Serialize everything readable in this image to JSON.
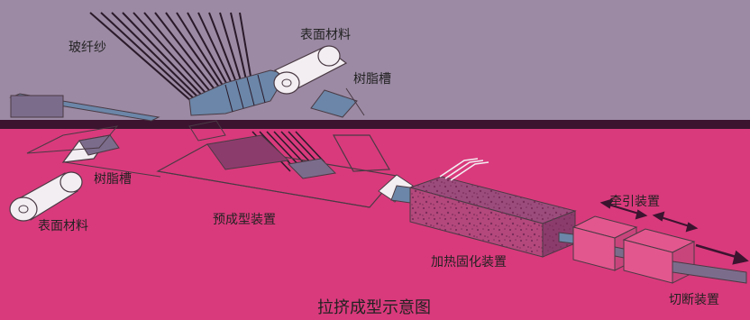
{
  "colors": {
    "top_band": "#9c8aa4",
    "bottom_band": "#d93a7c",
    "dark_stripe": "#3c1430",
    "line": "#4a3a44",
    "roller_fill": "#f3eef2",
    "fiber": "#2a1a2a",
    "steel_blue": "#6b86a8",
    "texture": "#8c3c6c",
    "product_bar": "#7c6c8c"
  },
  "labels": {
    "glass_fiber": "玻纤纱",
    "surface_material_top": "表面材料",
    "resin_tank_top": "树脂槽",
    "resin_tank_left": "树脂槽",
    "surface_material_left": "表面材料",
    "preforming_device": "预成型装置",
    "traction_device": "牵引装置",
    "heating_curing_device": "加热固化装置",
    "cutting_device": "切断装置",
    "caption": "拉挤成型示意图"
  }
}
